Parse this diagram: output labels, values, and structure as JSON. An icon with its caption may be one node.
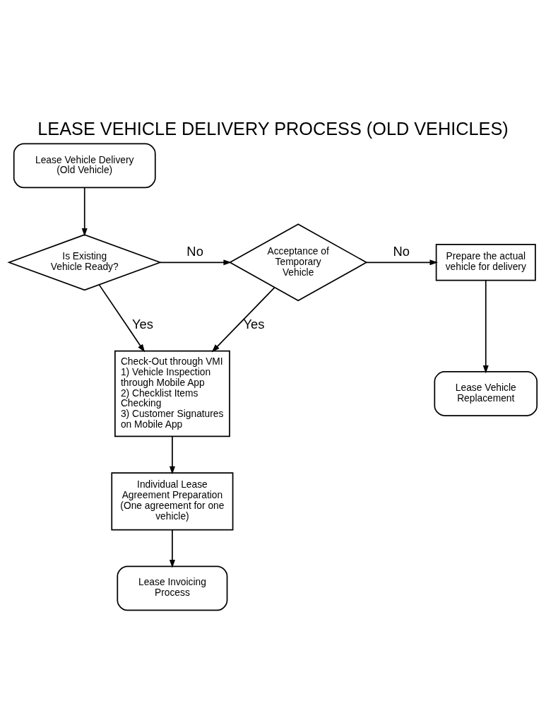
{
  "diagram": {
    "title": "LEASE VEHICLE DELIVERY PROCESS (OLD VEHICLES)",
    "nodes": [
      {
        "text": [
          "Lease Vehicle Delivery (Old Vehicle)"
        ]
      },
      {
        "text": [
          "Is Existing Vehicle Ready?"
        ]
      },
      {
        "text": [
          "Acceptance of Temporary Vehicle"
        ]
      },
      {
        "text": [
          "Prepare the actual vehicle for delivery"
        ]
      },
      {
        "text": [
          "Check-Out through VMI",
          "1) Vehicle Inspection through Mobile App",
          "2) Checklist Items Checking",
          "3) Customer Signatures on Mobile App"
        ]
      },
      {
        "text": [
          "Lease Vehicle Replacement"
        ]
      },
      {
        "text": [
          "Individual Lease Agreement Preparation (One agreement for one vehicle)"
        ]
      },
      {
        "text": [
          "Lease Invoicing Process"
        ]
      }
    ],
    "edges": [
      {
        "from": 0,
        "to": 1,
        "arrow": "to"
      },
      {
        "from": 1,
        "to": 2,
        "arrow": "to",
        "label": "No"
      },
      {
        "from": 2,
        "to": 3,
        "arrow": "to",
        "label": "No"
      },
      {
        "from": 1,
        "to": 4,
        "arrow": "to",
        "label": "Yes"
      },
      {
        "from": 2,
        "to": 4,
        "arrow": "to",
        "label": "Yes"
      },
      {
        "from": 3,
        "to": 5,
        "arrow": "to"
      },
      {
        "from": 4,
        "to": 6,
        "arrow": "to"
      },
      {
        "from": 6,
        "to": 7,
        "arrow": "to"
      }
    ]
  }
}
